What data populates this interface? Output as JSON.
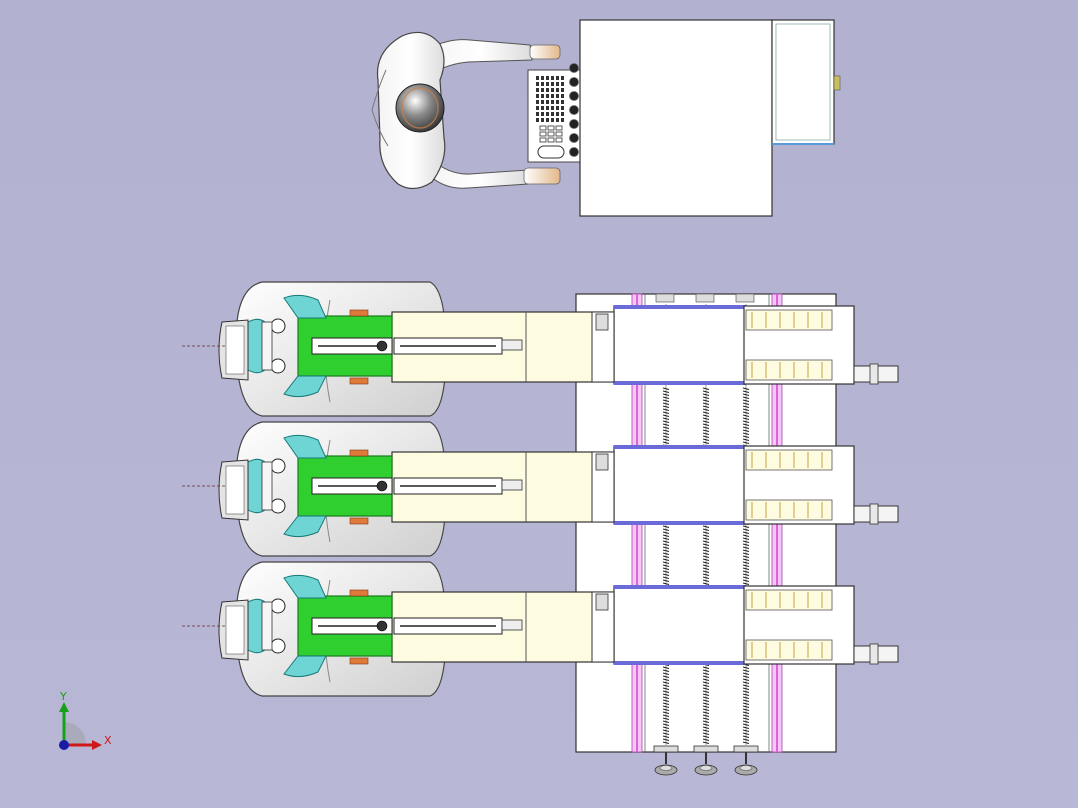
{
  "triad": {
    "x_label": "X",
    "y_label": "Y",
    "x_color": "#d01818",
    "y_color": "#18a018",
    "origin_color": "#1a1aa8"
  },
  "colors": {
    "background": "#b4b4d2",
    "plate": "#ffffff",
    "cream": "#fdfbe0",
    "green": "#2ecf2e",
    "teal": "#6fd4d4",
    "pink_rail": "#e060e0",
    "blue_strip": "#6a6ad8",
    "orange_pad": "#e07a3a",
    "skin": "#f0c89a"
  },
  "counts": {
    "cutter_assemblies": 3,
    "screw_spindles": 3
  }
}
